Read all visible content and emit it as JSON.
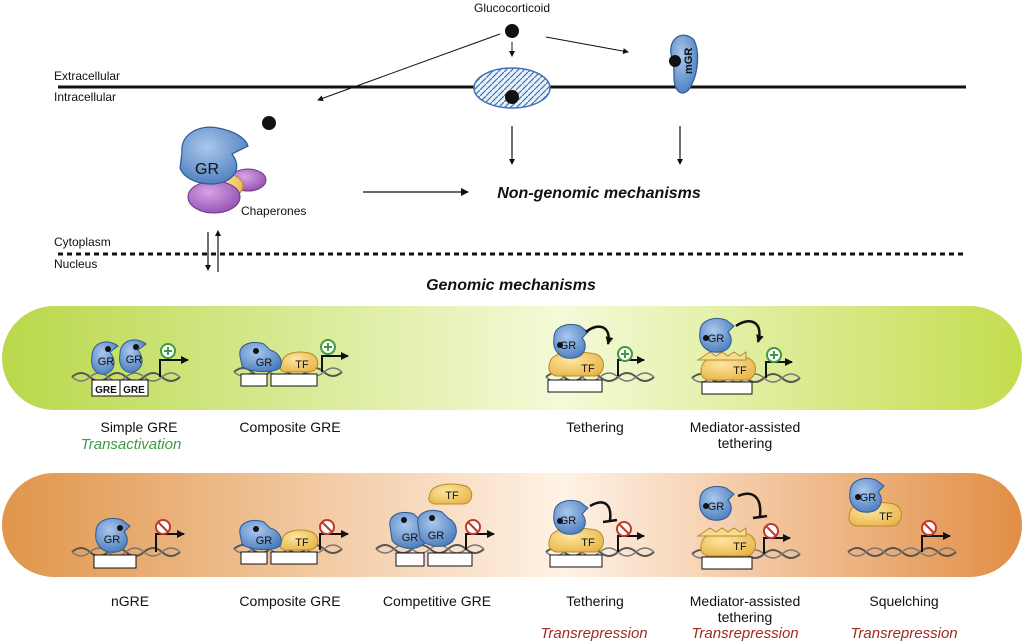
{
  "labels": {
    "ligand": "Glucocorticoid",
    "extracellular": "Extracellular",
    "intracellular": "Intracellular",
    "cytoplasm": "Cytoplasm",
    "nucleus": "Nucleus",
    "gr": "GR",
    "chaperones": "Chaperones",
    "mgr": "mGR",
    "non_genomic": "Non-genomic mechanisms",
    "genomic": "Genomic mechanisms",
    "tf": "TF",
    "gre": "GRE"
  },
  "transactivation": {
    "effect": "Transactivation",
    "items": [
      {
        "label": "Simple GRE"
      },
      {
        "label": "Composite GRE"
      },
      {
        "label": "Tethering"
      },
      {
        "label_line1": "Mediator-assisted",
        "label_line2": "tethering"
      }
    ]
  },
  "transrepression": {
    "effect": "Transrepression",
    "items": [
      {
        "label": "nGRE"
      },
      {
        "label": "Composite GRE"
      },
      {
        "label": "Competitive GRE"
      },
      {
        "label": "Tethering"
      },
      {
        "label_line1": "Mediator-assisted",
        "label_line2": "tethering"
      },
      {
        "label": "Squelching"
      }
    ]
  },
  "colors": {
    "gr_blue": "#5b8fcf",
    "tf_yellow": "#f2c95a",
    "chaperone_purple": "#a45ec0",
    "activation_green": "#3f9a3f",
    "repression_red": "#c0392b",
    "effect_red": "#a12a24"
  }
}
